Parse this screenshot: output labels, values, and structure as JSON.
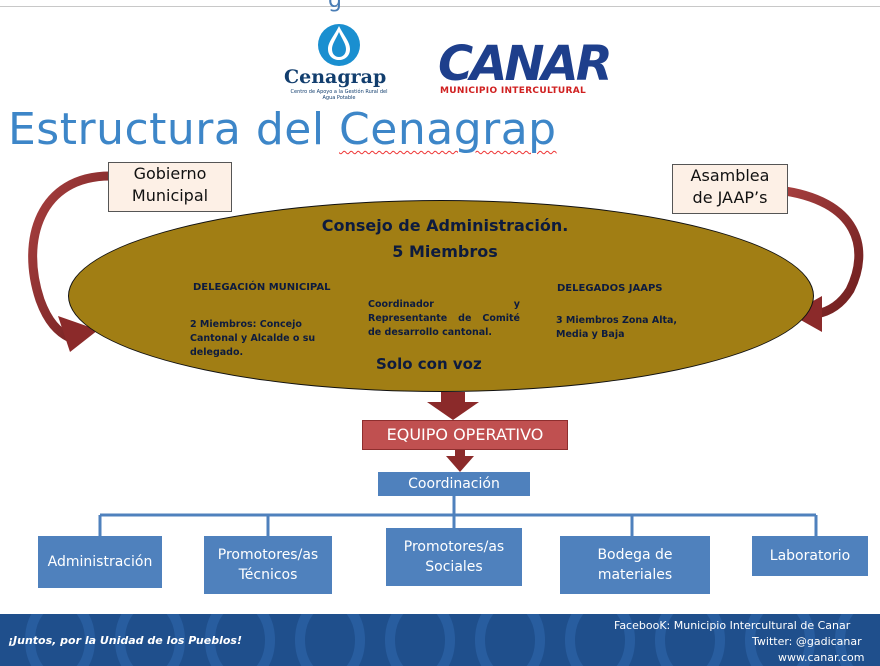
{
  "header": {
    "title_clipped_char": "g"
  },
  "logos": {
    "cenagrap": {
      "name": "Cenagrap",
      "subtitle": "Centro de Apoyo a la Gestión Rural del Agua Potable",
      "icon": "water-drop-icon",
      "colors": {
        "drop": "#1a8fd0",
        "text": "#123e6e"
      }
    },
    "canar": {
      "name": "CANAR",
      "subtitle": "MUNICIPIO INTERCULTURAL",
      "colors": {
        "name": "#1e3f8c",
        "subtitle": "#d02020"
      }
    }
  },
  "slide": {
    "title_prefix": "Estructura del ",
    "title_emphasis": "Cenagrap",
    "title_color": "#3d86c8"
  },
  "council": {
    "title_line1": "Consejo de Administración.",
    "title_line2": "5 Miembros",
    "fill_color": "#a17e14",
    "delegacion_municipal": {
      "heading": "DELEGACIÓN MUNICIPAL",
      "text": "2 Miembros: Concejo Cantonal y Alcalde o su delegado."
    },
    "coordinador": {
      "text": "Coordinador y Representante de Comité de desarrollo cantonal.",
      "voice_note": "Solo con voz"
    },
    "delegados_jaaps": {
      "heading": "DELEGADOS JAAPS",
      "text": "3 Miembros Zona Alta, Media y Baja"
    }
  },
  "side_boxes": {
    "gobierno": {
      "line1": "Gobierno",
      "line2": "Municipal"
    },
    "asamblea": {
      "line1": "Asamblea",
      "line2": "de JAAP’s"
    }
  },
  "equipo_operativo": {
    "label": "EQUIPO OPERATIVO",
    "color": "#c05050"
  },
  "coordinacion": {
    "label": "Coordinación",
    "color": "#4f81bd"
  },
  "departments": [
    {
      "label": "Administración"
    },
    {
      "label": "Promotores/as Técnicos"
    },
    {
      "label": "Promotores/as Sociales"
    },
    {
      "label": "Bodega de materiales"
    },
    {
      "label": "Laboratorio"
    }
  ],
  "footer": {
    "slogan": "¡Juntos, por la Unidad de los Pueblos!",
    "facebook": "FacebooK: Municipio Intercultural de Canar",
    "twitter": "Twitter: @gadicanar",
    "website": "www.canar.com",
    "bg_color": "#1f4f8c"
  },
  "arrow_color": "#8b2a2a"
}
